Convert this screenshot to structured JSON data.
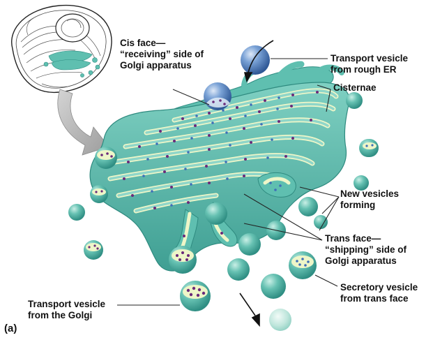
{
  "labels": {
    "cis_face": [
      "Cis face—",
      "“receiving” side of",
      "Golgi apparatus"
    ],
    "transport_vesicle_er": [
      "Transport vesicle",
      "from rough ER"
    ],
    "cisternae": [
      "Cisternae"
    ],
    "new_vesicles": [
      "New vesicles",
      "forming"
    ],
    "trans_face": [
      "Trans face—",
      "“shipping” side of",
      "Golgi apparatus"
    ],
    "secretory_vesicle": [
      "Secretory vesicle",
      "from trans face"
    ],
    "transport_vesicle_golgi": [
      "Transport vesicle",
      "from the Golgi"
    ]
  },
  "panel_letter": "(a)",
  "colors": {
    "golgi_body": "#5fbfb0",
    "golgi_dark": "#3d9e92",
    "lumen_rim": "#eef6c8",
    "vesicle_blue": "#5a86c4",
    "purple_dot": "#6a2a7a",
    "arrow_gray": "#b5b5b5"
  }
}
